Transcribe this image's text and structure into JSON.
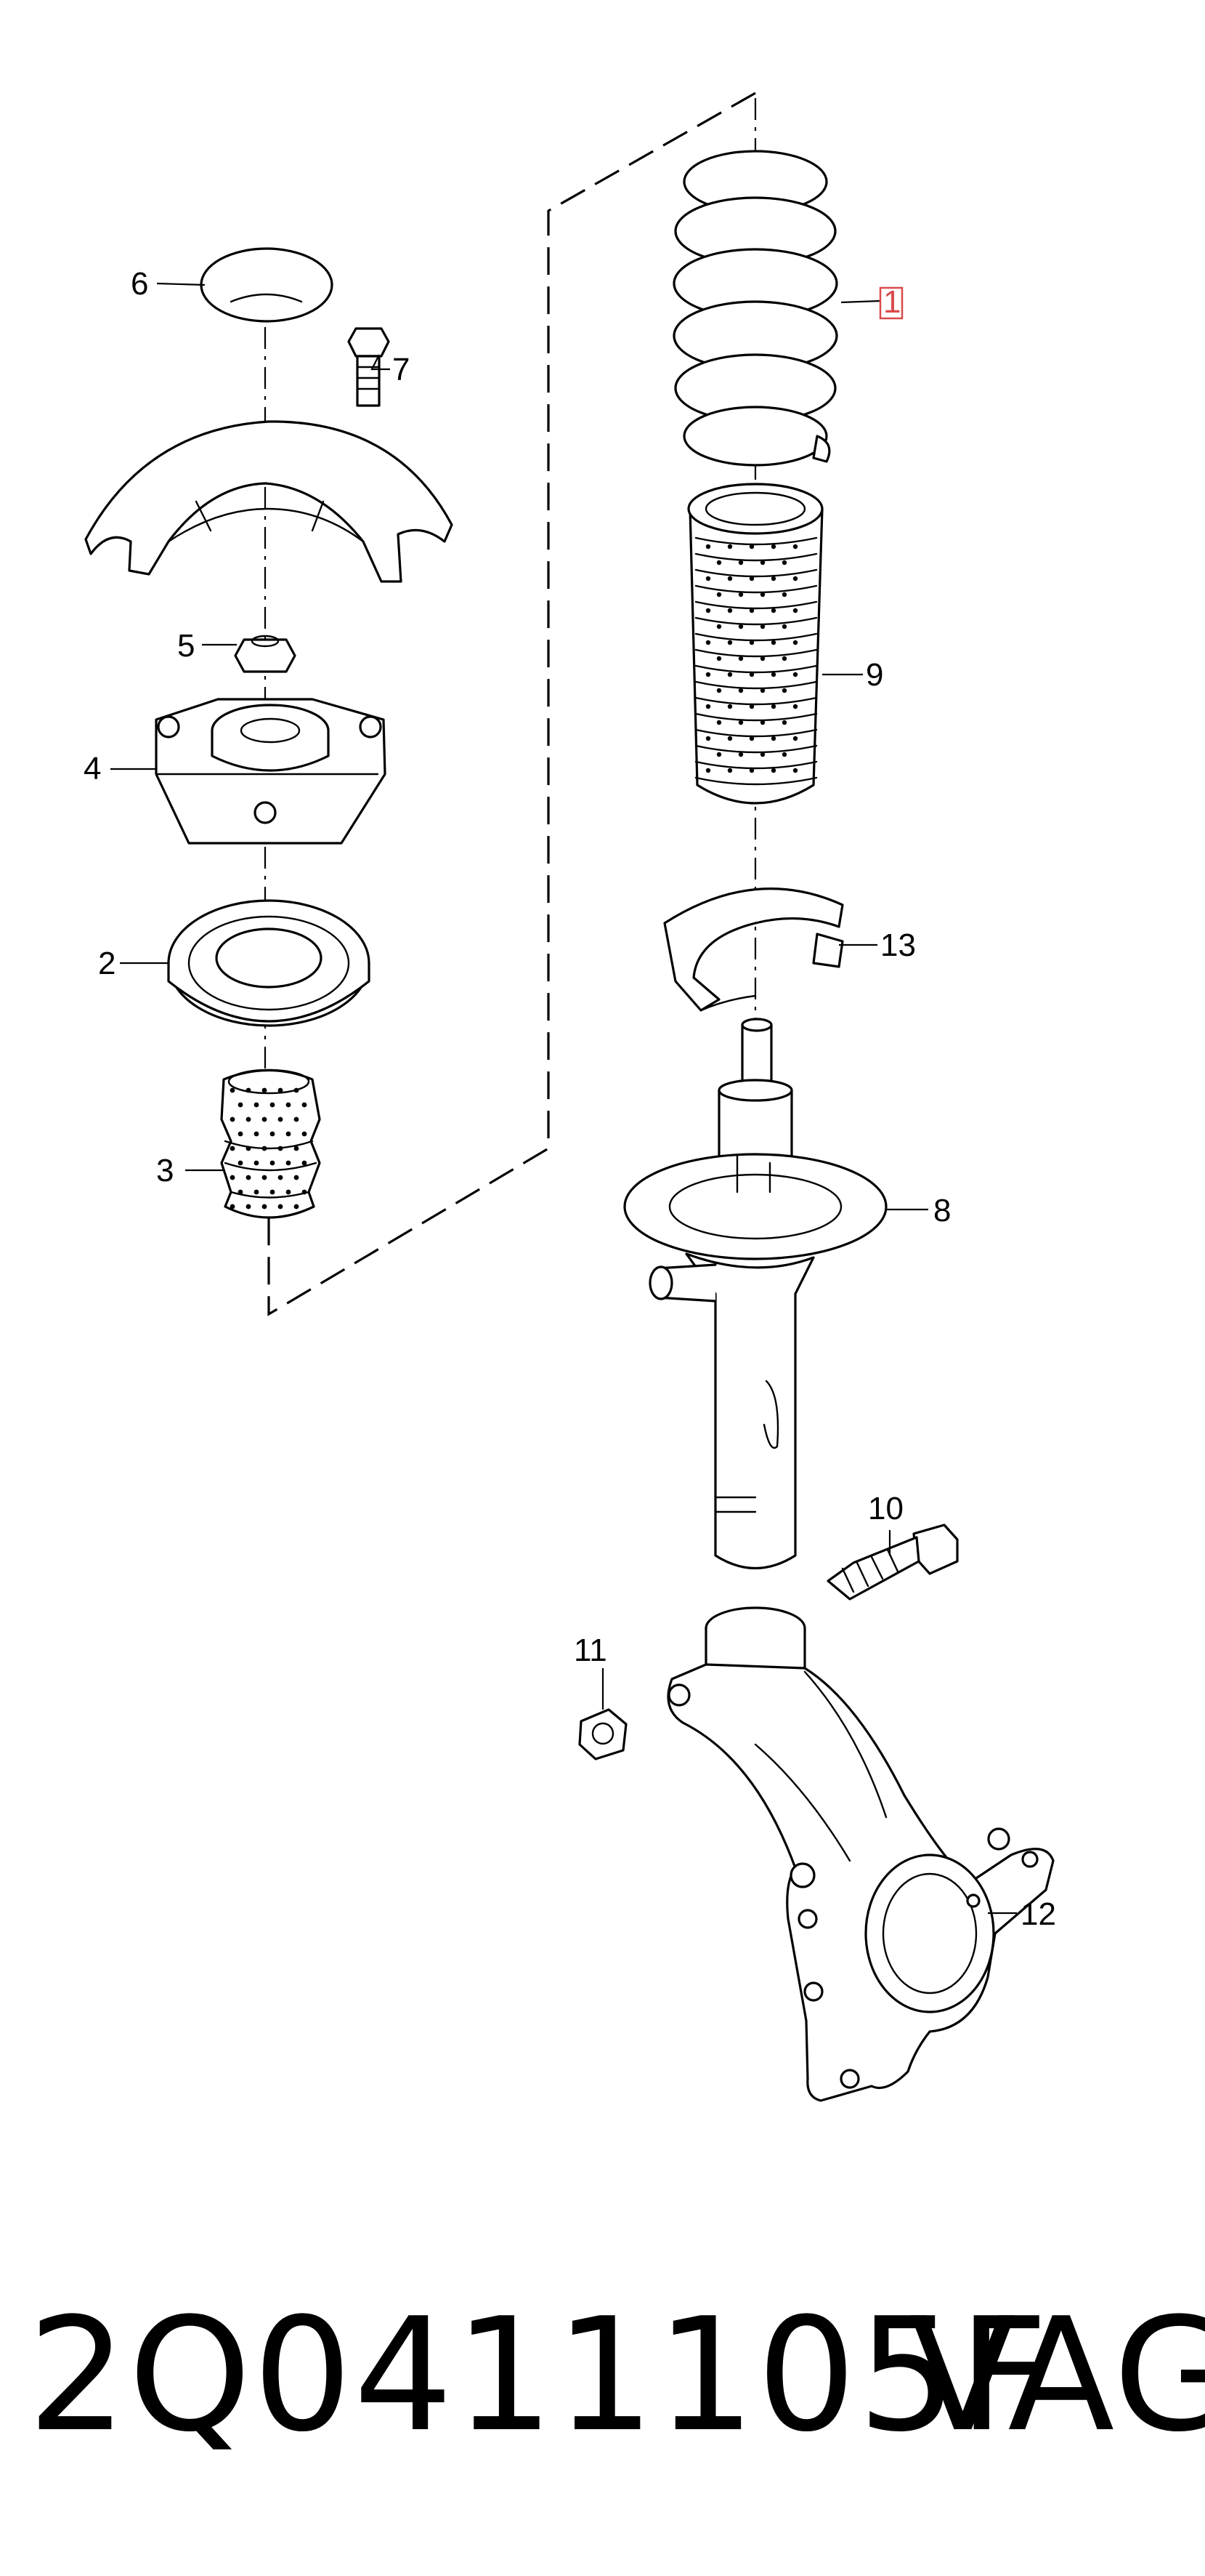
{
  "callouts": {
    "c1": "1",
    "c2": "2",
    "c3": "3",
    "c4": "4",
    "c5": "5",
    "c6": "6",
    "c7": "7",
    "c8": "8",
    "c9": "9",
    "c10": "10",
    "c11": "11",
    "c12": "12",
    "c13": "13"
  },
  "highlight_color": "#d94a4a",
  "footer": {
    "part_number": "2Q0411105F",
    "brand": "VAG"
  }
}
